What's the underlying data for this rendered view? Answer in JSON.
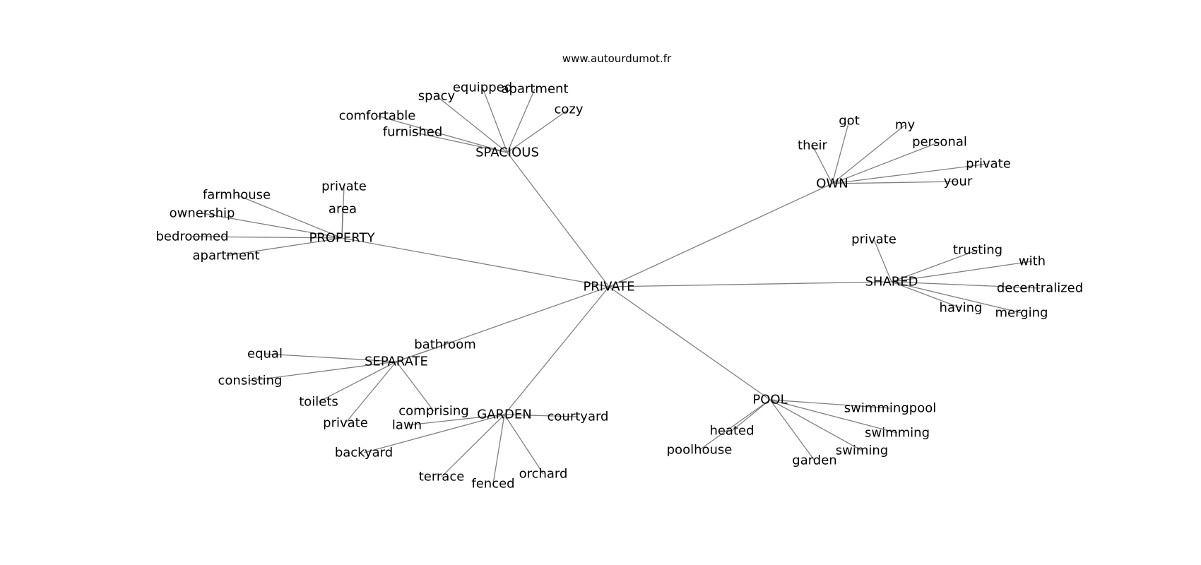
{
  "watermark": "www.autourdumot.fr",
  "graph": {
    "center": "PRIVATE",
    "clusters": [
      {
        "hub": "SPACIOUS",
        "words": [
          "spacy",
          "equipped",
          "apartment",
          "cozy",
          "comfortable",
          "furnished"
        ]
      },
      {
        "hub": "OWN",
        "words": [
          "got",
          "my",
          "their",
          "personal",
          "private",
          "your"
        ]
      },
      {
        "hub": "PROPERTY",
        "words": [
          "farmhouse",
          "private",
          "area",
          "ownership",
          "bedroomed",
          "apartment"
        ]
      },
      {
        "hub": "SHARED",
        "words": [
          "private",
          "trusting",
          "with",
          "decentralized",
          "having",
          "merging"
        ]
      },
      {
        "hub": "SEPARATE",
        "words": [
          "bathroom",
          "equal",
          "consisting",
          "toilets",
          "private",
          "comprising"
        ]
      },
      {
        "hub": "GARDEN",
        "words": [
          "lawn",
          "courtyard",
          "backyard",
          "terrace",
          "fenced",
          "orchard"
        ]
      },
      {
        "hub": "POOL",
        "words": [
          "swimmingpool",
          "heated",
          "swimming",
          "poolhouse",
          "swiming",
          "garden"
        ]
      }
    ]
  }
}
